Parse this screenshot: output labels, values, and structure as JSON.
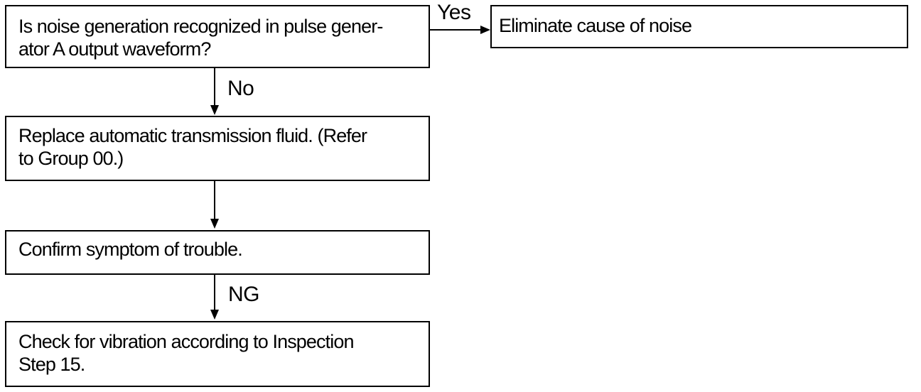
{
  "diagram": {
    "type": "flowchart",
    "background": "#ffffff",
    "ink_color": "#000000",
    "boxes": {
      "question": {
        "lines": [
          "Is noise generation recognized in pulse gener-",
          "ator A output waveform?"
        ]
      },
      "eliminate": {
        "lines": [
          "Eliminate cause of noise"
        ]
      },
      "replace": {
        "lines": [
          "Replace automatic transmission fluid. (Refer",
          "to Group 00.)"
        ]
      },
      "confirm": {
        "lines": [
          "Confirm symptom of trouble."
        ]
      },
      "check": {
        "lines": [
          "Check for vibration according to Inspection",
          "Step 15."
        ]
      }
    },
    "edges": [
      {
        "from": "question",
        "to": "eliminate",
        "label": "Yes",
        "direction": "right"
      },
      {
        "from": "question",
        "to": "replace",
        "label": "No",
        "direction": "down"
      },
      {
        "from": "replace",
        "to": "confirm",
        "label": "",
        "direction": "down"
      },
      {
        "from": "confirm",
        "to": "check",
        "label": "NG",
        "direction": "down"
      }
    ]
  }
}
